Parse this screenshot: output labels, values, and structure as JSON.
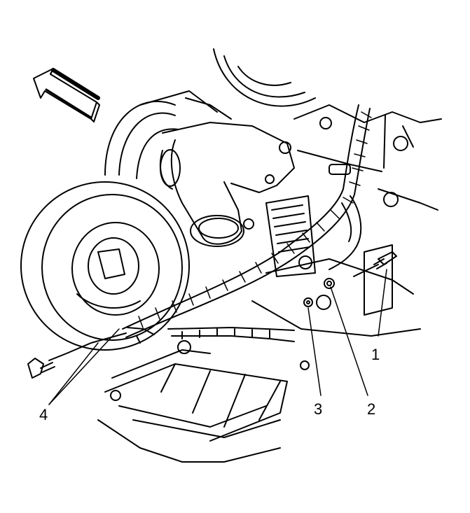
{
  "diagram": {
    "style": "black line-art technical illustration",
    "orientation_arrow": "front-arrow-icon",
    "callouts": [
      {
        "id": "c1",
        "label": "1"
      },
      {
        "id": "c2",
        "label": "2"
      },
      {
        "id": "c3",
        "label": "3"
      },
      {
        "id": "c4",
        "label": "4"
      }
    ]
  }
}
